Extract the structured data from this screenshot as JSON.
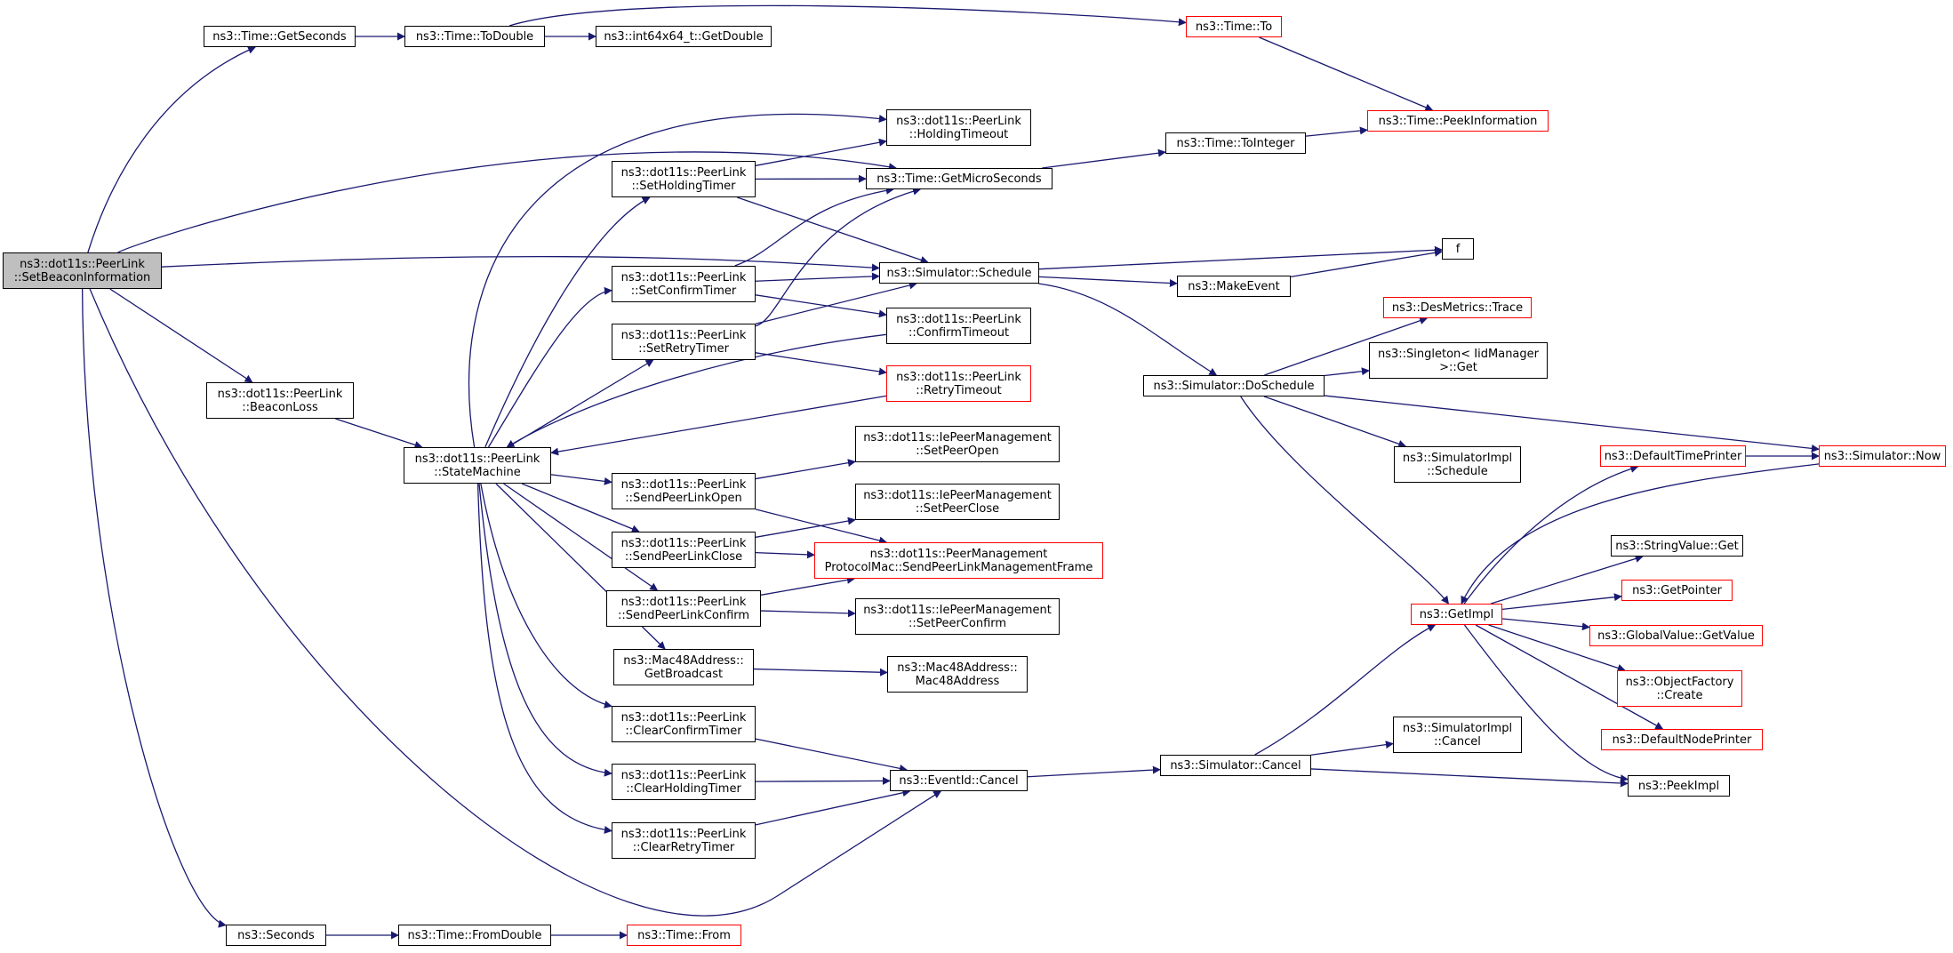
{
  "nodes": {
    "setbeacon": {
      "lines": [
        "ns3::dot11s::PeerLink",
        "::SetBeaconInformation"
      ],
      "style": "root"
    },
    "getseconds": {
      "lines": [
        "ns3::Time::GetSeconds"
      ],
      "style": "black"
    },
    "todouble": {
      "lines": [
        "ns3::Time::ToDouble"
      ],
      "style": "black"
    },
    "int64getdouble": {
      "lines": [
        "ns3::int64x64_t::GetDouble"
      ],
      "style": "black"
    },
    "timeto": {
      "lines": [
        "ns3::Time::To"
      ],
      "style": "red"
    },
    "peekinfo": {
      "lines": [
        "ns3::Time::PeekInformation"
      ],
      "style": "red"
    },
    "holdingtimeout": {
      "lines": [
        "ns3::dot11s::PeerLink",
        "::HoldingTimeout"
      ],
      "style": "black"
    },
    "setholdingtimer": {
      "lines": [
        "ns3::dot11s::PeerLink",
        "::SetHoldingTimer"
      ],
      "style": "black"
    },
    "getmicro": {
      "lines": [
        "ns3::Time::GetMicroSeconds"
      ],
      "style": "black"
    },
    "tointeger": {
      "lines": [
        "ns3::Time::ToInteger"
      ],
      "style": "black"
    },
    "f": {
      "lines": [
        "f"
      ],
      "style": "black"
    },
    "setconfirmtimer": {
      "lines": [
        "ns3::dot11s::PeerLink",
        "::SetConfirmTimer"
      ],
      "style": "black"
    },
    "schedule": {
      "lines": [
        "ns3::Simulator::Schedule"
      ],
      "style": "black"
    },
    "makeevent": {
      "lines": [
        "ns3::MakeEvent"
      ],
      "style": "black"
    },
    "desmetrics": {
      "lines": [
        "ns3::DesMetrics::Trace"
      ],
      "style": "red"
    },
    "setretrytimer": {
      "lines": [
        "ns3::dot11s::PeerLink",
        "::SetRetryTimer"
      ],
      "style": "black"
    },
    "confirmtimeout": {
      "lines": [
        "ns3::dot11s::PeerLink",
        "::ConfirmTimeout"
      ],
      "style": "black"
    },
    "singleton": {
      "lines": [
        "ns3::Singleton< IidManager",
        " >::Get"
      ],
      "style": "black"
    },
    "beaconloss": {
      "lines": [
        "ns3::dot11s::PeerLink",
        "::BeaconLoss"
      ],
      "style": "black"
    },
    "retrytimeout": {
      "lines": [
        "ns3::dot11s::PeerLink",
        "::RetryTimeout"
      ],
      "style": "red"
    },
    "doschedule": {
      "lines": [
        "ns3::Simulator::DoSchedule"
      ],
      "style": "black"
    },
    "setpeeropen": {
      "lines": [
        "ns3::dot11s::IePeerManagement",
        "::SetPeerOpen"
      ],
      "style": "black"
    },
    "statemachine": {
      "lines": [
        "ns3::dot11s::PeerLink",
        "::StateMachine"
      ],
      "style": "black"
    },
    "sendpeerlinkopen": {
      "lines": [
        "ns3::dot11s::PeerLink",
        "::SendPeerLinkOpen"
      ],
      "style": "black"
    },
    "implschedule": {
      "lines": [
        "ns3::SimulatorImpl",
        "::Schedule"
      ],
      "style": "black"
    },
    "defaulttimeprinter": {
      "lines": [
        "ns3::DefaultTimePrinter"
      ],
      "style": "red"
    },
    "now": {
      "lines": [
        "ns3::Simulator::Now"
      ],
      "style": "red"
    },
    "setpeerclose": {
      "lines": [
        "ns3::dot11s::IePeerManagement",
        "::SetPeerClose"
      ],
      "style": "black"
    },
    "stringvalueget": {
      "lines": [
        "ns3::StringValue::Get"
      ],
      "style": "black"
    },
    "sendpeerlinkclose": {
      "lines": [
        "ns3::dot11s::PeerLink",
        "::SendPeerLinkClose"
      ],
      "style": "black"
    },
    "sendmgmtframe": {
      "lines": [
        "ns3::dot11s::PeerManagement",
        "ProtocolMac::SendPeerLinkManagementFrame"
      ],
      "style": "red"
    },
    "getpointer": {
      "lines": [
        "ns3::GetPointer"
      ],
      "style": "red"
    },
    "sendpeerlinkconfirm": {
      "lines": [
        "ns3::dot11s::PeerLink",
        "::SendPeerLinkConfirm"
      ],
      "style": "black"
    },
    "getimpl": {
      "lines": [
        "ns3::GetImpl"
      ],
      "style": "red"
    },
    "setpeerconfirm": {
      "lines": [
        "ns3::dot11s::IePeerManagement",
        "::SetPeerConfirm"
      ],
      "style": "black"
    },
    "globalvalue": {
      "lines": [
        "ns3::GlobalValue::GetValue"
      ],
      "style": "red"
    },
    "getbroadcast": {
      "lines": [
        "ns3::Mac48Address::",
        "GetBroadcast"
      ],
      "style": "black"
    },
    "mac48address": {
      "lines": [
        "ns3::Mac48Address::",
        "Mac48Address"
      ],
      "style": "black"
    },
    "objectfactory": {
      "lines": [
        "ns3::ObjectFactory",
        "::Create"
      ],
      "style": "red"
    },
    "clearconfirmtimer": {
      "lines": [
        "ns3::dot11s::PeerLink",
        "::ClearConfirmTimer"
      ],
      "style": "black"
    },
    "implcancel": {
      "lines": [
        "ns3::SimulatorImpl",
        "::Cancel"
      ],
      "style": "black"
    },
    "defaultnodeprinter": {
      "lines": [
        "ns3::DefaultNodePrinter"
      ],
      "style": "red"
    },
    "simcancel": {
      "lines": [
        "ns3::Simulator::Cancel"
      ],
      "style": "black"
    },
    "clearholdingtimer": {
      "lines": [
        "ns3::dot11s::PeerLink",
        "::ClearHoldingTimer"
      ],
      "style": "black"
    },
    "eventcancel": {
      "lines": [
        "ns3::EventId::Cancel"
      ],
      "style": "black"
    },
    "peekimpl": {
      "lines": [
        "ns3::PeekImpl"
      ],
      "style": "black"
    },
    "clearretrytimer": {
      "lines": [
        "ns3::dot11s::PeerLink",
        "::ClearRetryTimer"
      ],
      "style": "black"
    },
    "seconds": {
      "lines": [
        "ns3::Seconds"
      ],
      "style": "black"
    },
    "fromdouble": {
      "lines": [
        "ns3::Time::FromDouble"
      ],
      "style": "black"
    },
    "timefrom": {
      "lines": [
        "ns3::Time::From"
      ],
      "style": "red"
    }
  },
  "edges": [
    [
      "setbeacon",
      "getseconds"
    ],
    [
      "setbeacon",
      "getmicro"
    ],
    [
      "setbeacon",
      "schedule"
    ],
    [
      "setbeacon",
      "beaconloss"
    ],
    [
      "setbeacon",
      "eventcancel"
    ],
    [
      "setbeacon",
      "seconds"
    ],
    [
      "getseconds",
      "todouble"
    ],
    [
      "todouble",
      "int64getdouble"
    ],
    [
      "todouble",
      "timeto"
    ],
    [
      "timeto",
      "peekinfo"
    ],
    [
      "getmicro",
      "tointeger"
    ],
    [
      "tointeger",
      "peekinfo"
    ],
    [
      "beaconloss",
      "statemachine"
    ],
    [
      "statemachine",
      "holdingtimeout"
    ],
    [
      "statemachine",
      "setholdingtimer"
    ],
    [
      "statemachine",
      "setconfirmtimer"
    ],
    [
      "statemachine",
      "setretrytimer"
    ],
    [
      "statemachine",
      "sendpeerlinkopen"
    ],
    [
      "statemachine",
      "sendpeerlinkclose"
    ],
    [
      "statemachine",
      "sendpeerlinkconfirm"
    ],
    [
      "statemachine",
      "getbroadcast"
    ],
    [
      "statemachine",
      "clearconfirmtimer"
    ],
    [
      "statemachine",
      "clearholdingtimer"
    ],
    [
      "statemachine",
      "clearretrytimer"
    ],
    [
      "setholdingtimer",
      "holdingtimeout"
    ],
    [
      "setholdingtimer",
      "getmicro"
    ],
    [
      "setholdingtimer",
      "schedule"
    ],
    [
      "setconfirmtimer",
      "getmicro"
    ],
    [
      "setconfirmtimer",
      "schedule"
    ],
    [
      "setconfirmtimer",
      "confirmtimeout"
    ],
    [
      "setretrytimer",
      "getmicro"
    ],
    [
      "setretrytimer",
      "schedule"
    ],
    [
      "setretrytimer",
      "retrytimeout"
    ],
    [
      "confirmtimeout",
      "statemachine"
    ],
    [
      "retrytimeout",
      "statemachine"
    ],
    [
      "schedule",
      "f"
    ],
    [
      "schedule",
      "makeevent"
    ],
    [
      "schedule",
      "doschedule"
    ],
    [
      "makeevent",
      "f"
    ],
    [
      "doschedule",
      "desmetrics"
    ],
    [
      "doschedule",
      "singleton"
    ],
    [
      "doschedule",
      "implschedule"
    ],
    [
      "doschedule",
      "now"
    ],
    [
      "doschedule",
      "getimpl"
    ],
    [
      "sendpeerlinkopen",
      "setpeeropen"
    ],
    [
      "sendpeerlinkopen",
      "sendmgmtframe"
    ],
    [
      "sendpeerlinkclose",
      "setpeerclose"
    ],
    [
      "sendpeerlinkclose",
      "sendmgmtframe"
    ],
    [
      "sendpeerlinkconfirm",
      "sendmgmtframe"
    ],
    [
      "sendpeerlinkconfirm",
      "setpeerconfirm"
    ],
    [
      "getbroadcast",
      "mac48address"
    ],
    [
      "clearconfirmtimer",
      "eventcancel"
    ],
    [
      "clearholdingtimer",
      "eventcancel"
    ],
    [
      "clearretrytimer",
      "eventcancel"
    ],
    [
      "eventcancel",
      "simcancel"
    ],
    [
      "simcancel",
      "getimpl"
    ],
    [
      "simcancel",
      "implcancel"
    ],
    [
      "simcancel",
      "peekimpl"
    ],
    [
      "getimpl",
      "defaulttimeprinter"
    ],
    [
      "getimpl",
      "stringvalueget"
    ],
    [
      "getimpl",
      "getpointer"
    ],
    [
      "getimpl",
      "globalvalue"
    ],
    [
      "getimpl",
      "objectfactory"
    ],
    [
      "getimpl",
      "defaultnodeprinter"
    ],
    [
      "getimpl",
      "peekimpl"
    ],
    [
      "defaulttimeprinter",
      "now"
    ],
    [
      "now",
      "getimpl"
    ],
    [
      "seconds",
      "fromdouble"
    ],
    [
      "fromdouble",
      "timefrom"
    ]
  ],
  "colors": {
    "edge": "#191970",
    "node_border": "#000000",
    "node_border_red": "#ff0000",
    "root_fill": "#bfbfbf"
  }
}
